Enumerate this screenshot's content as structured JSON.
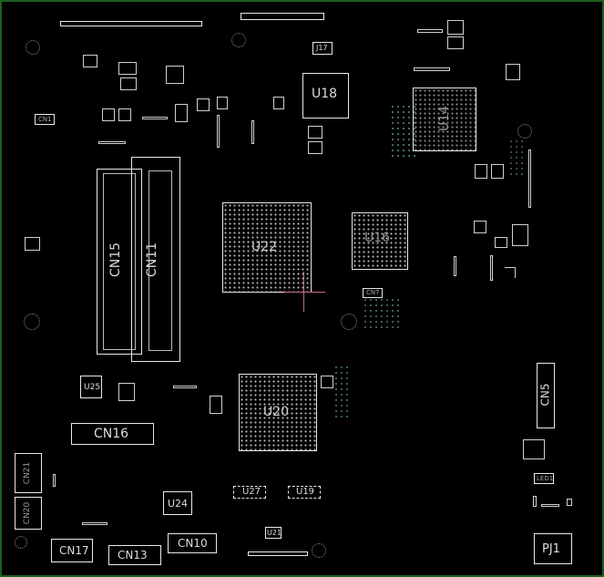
{
  "board": {
    "refdes": {
      "u18": "U18",
      "u14": "U14",
      "u22": "U22",
      "u16": "U16",
      "u20": "U20",
      "u25": "U25",
      "u24": "U24",
      "u27": "U27",
      "u19": "U19",
      "u21": "U21",
      "j17": "J17",
      "cn15": "CN15",
      "cn11": "CN11",
      "cn16": "CN16",
      "cn5": "CN5",
      "cn21": "CN21",
      "cn20": "CN20",
      "cn17": "CN17",
      "cn13": "CN13",
      "cn10": "CN10",
      "pj1": "PJ1",
      "cn1": "CN1",
      "cn7": "CN7",
      "led1": "LED1"
    }
  },
  "colors": {
    "background": "#000000",
    "border": "#1c5f1c",
    "silkscreen": "#e8e8e8",
    "via": "#7fb7b4",
    "crosshair": "#c46a8a"
  }
}
